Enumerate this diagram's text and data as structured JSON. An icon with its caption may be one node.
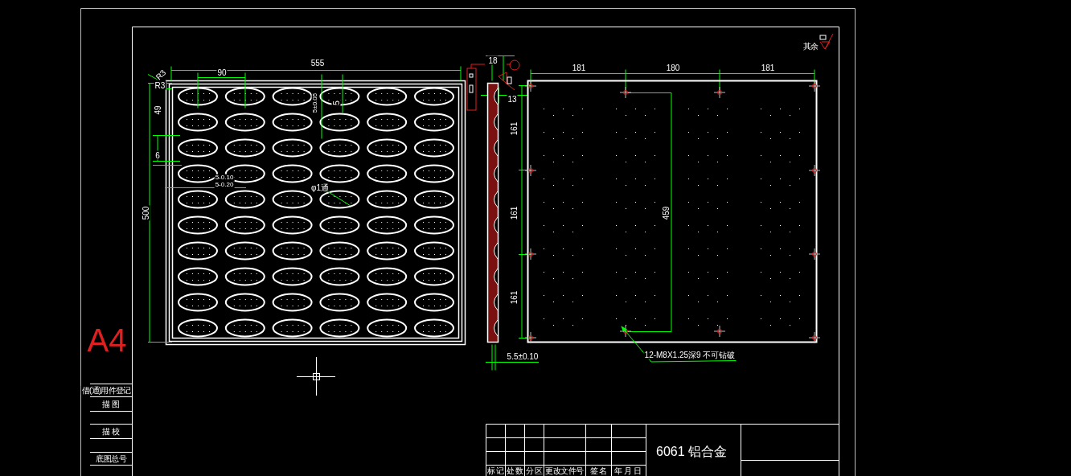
{
  "diagram": {
    "nodes": [
      {
        "text": [
          "φ1通"
        ]
      },
      {
        "text": [
          "12-M8X1.25深9 不可钻破"
        ]
      }
    ],
    "edges": [
      {
        "from": 0,
        "to": null,
        "arrow": "none"
      },
      {
        "from": 1,
        "to": null,
        "arrow": "to"
      }
    ],
    "labels": [
      "555",
      "R3",
      "90",
      "18",
      "181",
      "180",
      "181",
      "其余",
      "R3",
      "13",
      "49",
      "5±0.05",
      "5",
      "161",
      "6",
      "5-0.10",
      "5-0.20",
      "500",
      "161",
      "459",
      "161",
      "A4",
      "5.5±0.10",
      "借(通)用件登记",
      "描 图",
      "描 校",
      "6061 铝合金",
      "底图总号",
      "标 记",
      "处 数",
      "分 区",
      "更改文件号",
      "签 名",
      "年 月 日"
    ]
  }
}
